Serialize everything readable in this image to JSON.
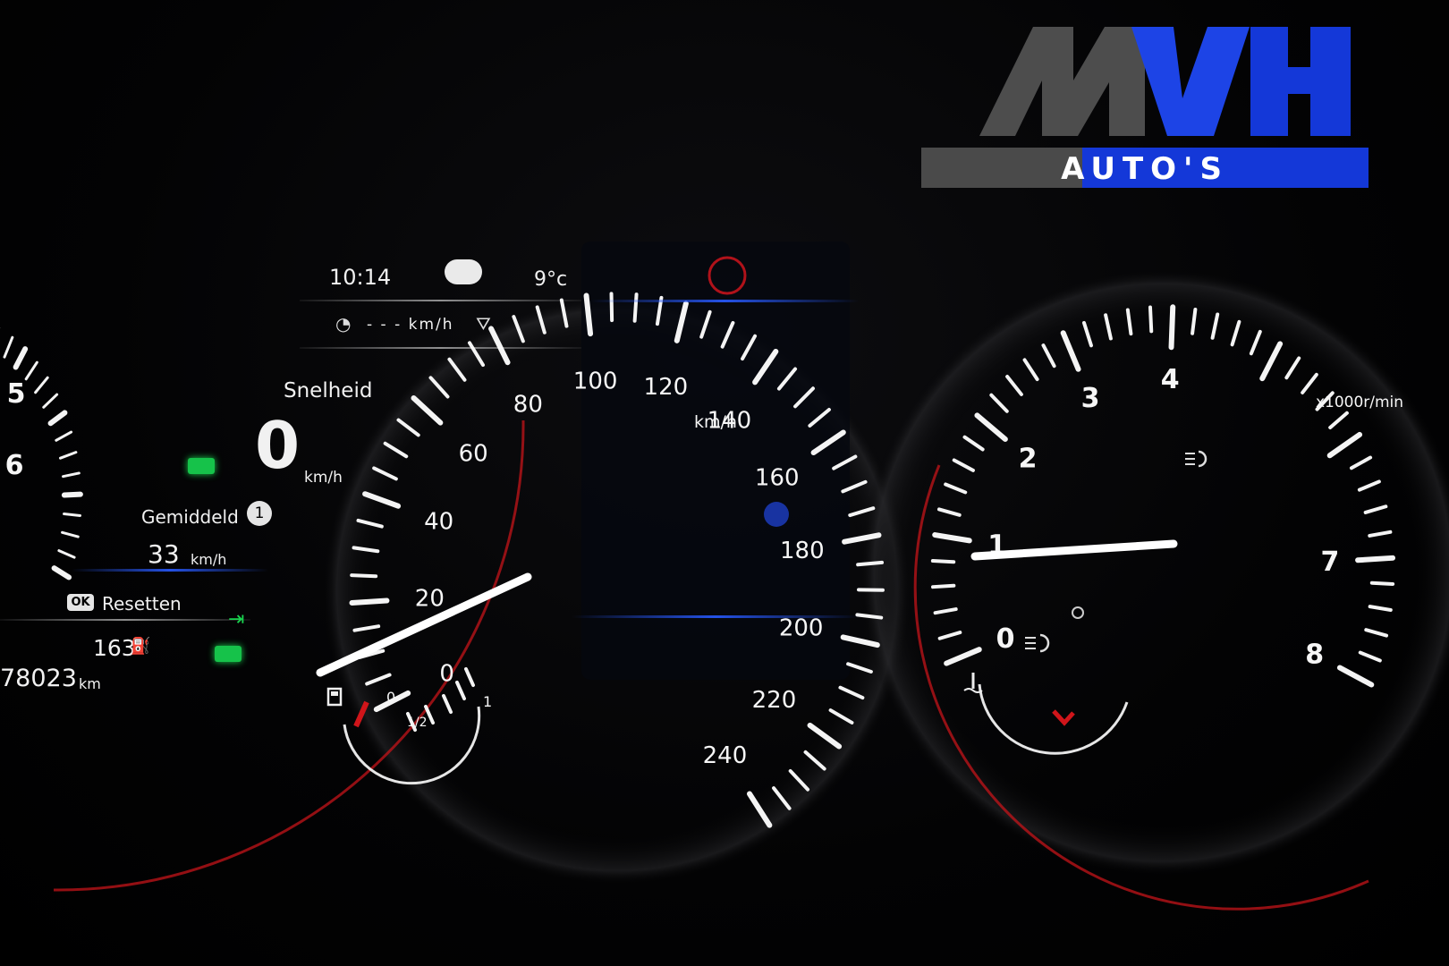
{
  "logo": {
    "letters": "MVH",
    "subtitle": "AUTO'S",
    "colors": {
      "gray": "#4a4a4a",
      "blue": "#1438d8"
    }
  },
  "center_display": {
    "clock": "10:14",
    "temperature": "9°c",
    "cruise_speed": "- - - km/h",
    "speed_title": "Snelheid",
    "speed_value": "0",
    "speed_unit": "km/h",
    "average_label": "Gemiddeld",
    "average_badge": "1",
    "average_value": "33",
    "average_unit": "km/h",
    "ok_label": "OK",
    "reset_label": "Resetten",
    "range_value": "163",
    "odometer_value": "78023",
    "odometer_unit": "km"
  },
  "speedometer": {
    "unit": "km/h",
    "labels": [
      "0",
      "20",
      "40",
      "60",
      "80",
      "100",
      "120",
      "140",
      "160",
      "180",
      "200",
      "220",
      "240"
    ],
    "needle_value": 0
  },
  "fuel_gauge": {
    "labels": [
      "0",
      "1/2",
      "1"
    ],
    "level": 0.05
  },
  "tachometer": {
    "unit": "x1000r/min",
    "labels": [
      "0",
      "1",
      "2",
      "3",
      "4",
      "7",
      "8"
    ],
    "needle_value": 1.0
  },
  "left_gauge_fragment": {
    "labels": [
      "5",
      "6"
    ]
  },
  "icons": [
    "sun-icon",
    "cruise-control-icon",
    "speed-limiter-icon",
    "fuel-pump-icon",
    "fog-light-icon",
    "headlight-icon",
    "green-indicator-icon",
    "temperature-icon"
  ],
  "colors": {
    "accent_red": "#d0151a",
    "accent_blue": "#2a5cff",
    "led_green": "#16c24a"
  }
}
